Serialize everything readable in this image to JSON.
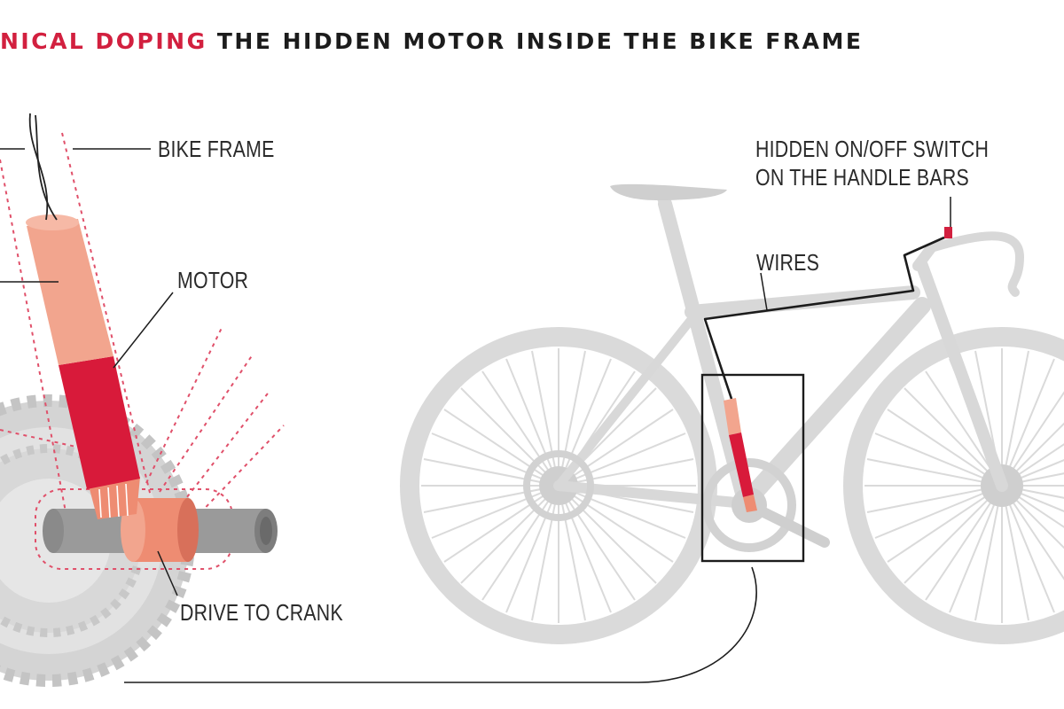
{
  "title": {
    "highlight": "NICAL DOPING",
    "rest": "THE HIDDEN MOTOR INSIDE THE BIKE FRAME"
  },
  "labels": {
    "bike_frame": "BIKE FRAME",
    "motor": "MOTOR",
    "drive_to_crank": "DRIVE TO CRANK",
    "wires": "WIRES",
    "switch_line1": "HIDDEN ON/OFF SWITCH",
    "switch_line2": "ON THE HANDLE BARS"
  },
  "colors": {
    "accent_red": "#d2203f",
    "motor_red": "#d81a3a",
    "motor_pink": "#f2a58e",
    "drive_orange": "#ee8c72",
    "bike_grey": "#d8d8d8",
    "gear_grey": "#d0d0d0",
    "axle_grey": "#9a9a9a",
    "ink": "#1c1c1c"
  }
}
